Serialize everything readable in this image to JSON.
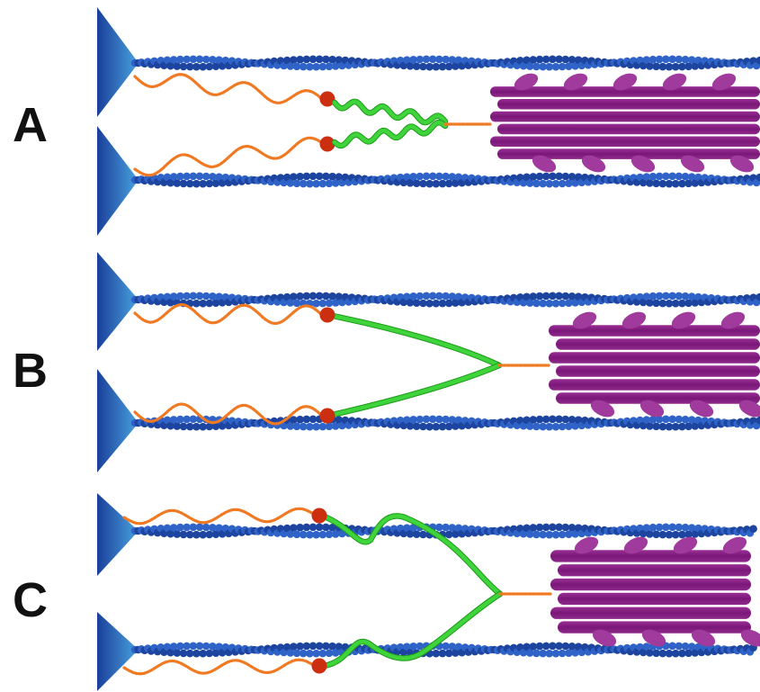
{
  "panels": [
    {
      "label": "A"
    },
    {
      "label": "B"
    },
    {
      "label": "C"
    }
  ],
  "colors": {
    "actin_filament": "#2f63c7",
    "actin_filament_dark": "#1d45a0",
    "z_disc": "#2a6fc0",
    "titin_like_strand": "#f07a23",
    "anchor_bead": "#cc2e10",
    "linker_strand": "#3fd43b",
    "thick_filament": "#8a1f86",
    "thick_filament_head": "#a03a9c"
  }
}
